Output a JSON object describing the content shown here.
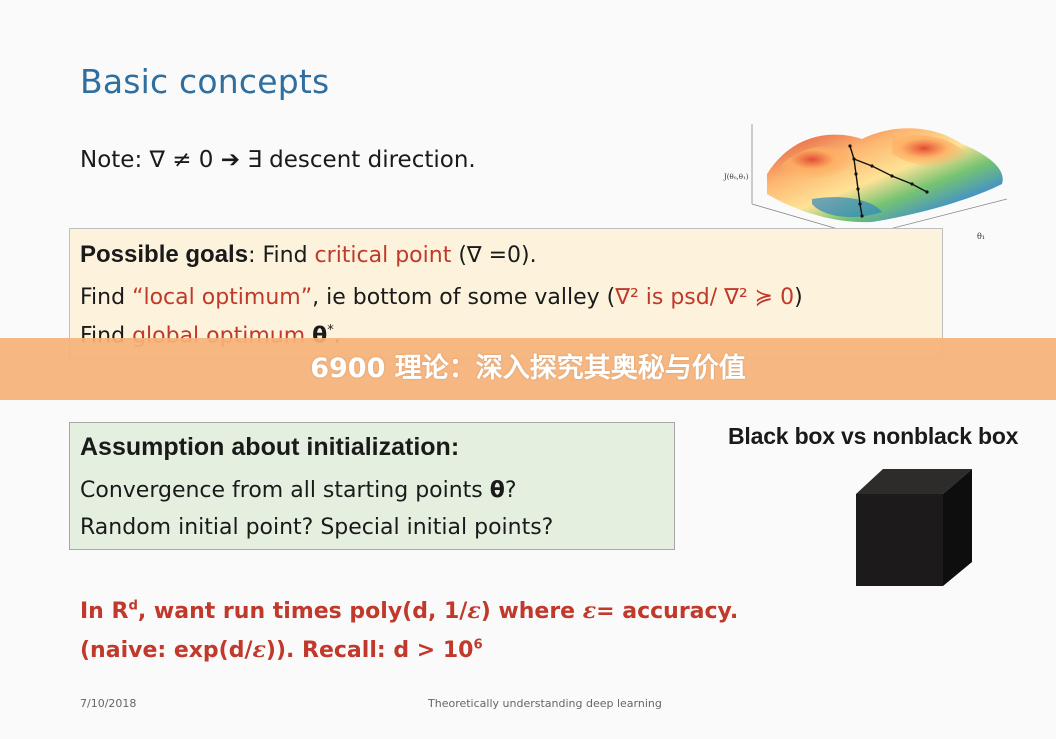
{
  "slide": {
    "title": "Basic concepts",
    "note": {
      "prefix": "Note: ∇ ≠ 0 ",
      "arrow": "➔",
      "suffix": " ∃ descent direction."
    },
    "plot": {
      "z_label": "J(θ₀,θ₁)",
      "x_label": "θ₁"
    },
    "goals": {
      "line1_label": "Possible goals",
      "line1_colon": ":  Find ",
      "line1_highlight": "critical point",
      "line1_tail": "  (∇ =0).",
      "line2_prefix": "Find ",
      "line2_highlight": "“local optimum”",
      "line2_mid": ", ie bottom of some valley (",
      "line2_cond": "∇² is psd/ ∇² ≽ 0",
      "line2_tail": ")",
      "line3_prefix": "Find  ",
      "line3_highlight": "global optimum ",
      "line3_theta": "θ",
      "line3_star": "*",
      "line3_tail": "."
    },
    "banner": {
      "text": "6900 理论：深入探究其奥秘与价值",
      "color": "#f5b278"
    },
    "assumption": {
      "heading": "Assumption about initialization:",
      "line2": "Convergence from all starting points ",
      "line2_theta": "θ",
      "line2_tail": "?",
      "line3": "Random initial point?  Special initial points?"
    },
    "blackbox_label": "Black box vs nonblack box",
    "poly": {
      "line1_a": "In R",
      "line1_sup": "d",
      "line1_b": ", want run times poly(d, 1/",
      "eps": "ε",
      "line1_c": ") where ",
      "line1_d": "= accuracy.",
      "line2_a": "(naive: exp(d/",
      "line2_b": ")). Recall: d > 10",
      "line2_sup": "6"
    },
    "footer": {
      "date": "7/10/2018",
      "title": "Theoretically understanding deep learning"
    }
  }
}
